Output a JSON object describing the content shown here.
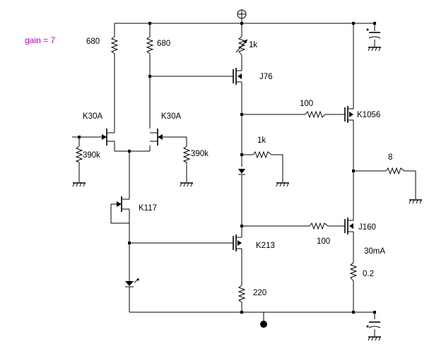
{
  "annotation": {
    "gain": "gain = 7",
    "color": "#cc00cc"
  },
  "labels": {
    "r_drain_left": "680",
    "r_drain_right": "680",
    "r_trim": "1k",
    "r_bias": "1k",
    "r_gate_top": "100",
    "r_gate_bottom": "100",
    "r_load": "8",
    "r_in_left": "390k",
    "r_in_right": "390k",
    "r_source": "220",
    "r_sense": "0.2",
    "q_diff_left": "K30A",
    "q_diff_right": "K30A",
    "q_ccs": "K117",
    "q_vas_top": "J76",
    "q_vas_bottom": "K213",
    "q_out_top": "K1056",
    "q_out_bottom": "J160",
    "bias_current": "30mA"
  },
  "icons": [
    "ground-icon",
    "capacitor-icon",
    "diode-icon",
    "led-icon",
    "power-terminal-icon",
    "junction-dot-icon"
  ]
}
